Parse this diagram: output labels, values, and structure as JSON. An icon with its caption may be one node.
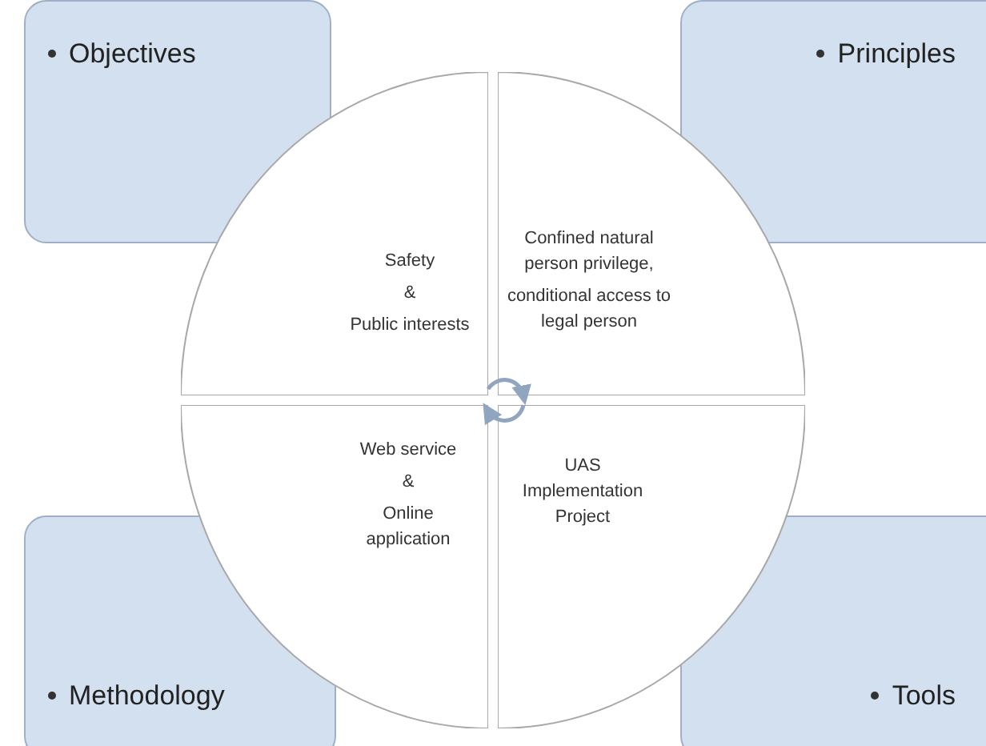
{
  "diagram": {
    "nodes": [
      {
        "text": [
          "Objectives"
        ]
      },
      {
        "text": [
          "Principles"
        ]
      },
      {
        "text": [
          "Methodology"
        ]
      },
      {
        "text": [
          "Tools"
        ]
      },
      {
        "text": [
          "Safety",
          "&",
          "Public interests"
        ]
      },
      {
        "text": [
          "Confined natural person privilege,",
          "conditional access to legal person"
        ]
      },
      {
        "text": [
          "Web service",
          "&",
          "Online application"
        ]
      },
      {
        "text": [
          "UAS Implementation Project"
        ]
      }
    ],
    "edges": [
      {
        "from": 4,
        "to": 5,
        "arrow": "to"
      },
      {
        "from": 7,
        "to": 6,
        "arrow": "to"
      }
    ]
  }
}
